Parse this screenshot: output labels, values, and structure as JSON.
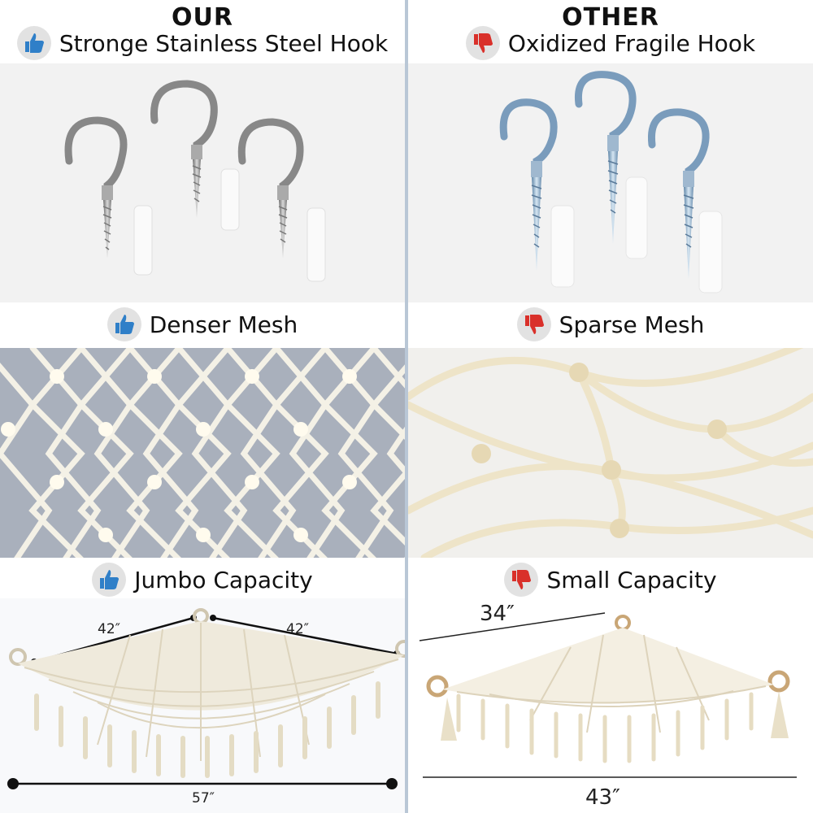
{
  "left": {
    "header": "OUR",
    "hook_label": "Stronge  Stainless Steel Hook",
    "mesh_label": "Denser Mesh",
    "capacity_label": "Jumbo Capacity",
    "dim_left": "42″",
    "dim_right": "42″",
    "dim_bottom": "57″",
    "rating_icon": "thumbs-up-icon",
    "rating_color": "#2f7fc8"
  },
  "right": {
    "header": "OTHER",
    "hook_label": "Oxidized Fragile Hook",
    "mesh_label": "Sparse Mesh",
    "capacity_label": "Small Capacity",
    "dim_top": "34″",
    "dim_bottom": "43″",
    "rating_icon": "thumbs-down-icon",
    "rating_color": "#d9302a"
  }
}
